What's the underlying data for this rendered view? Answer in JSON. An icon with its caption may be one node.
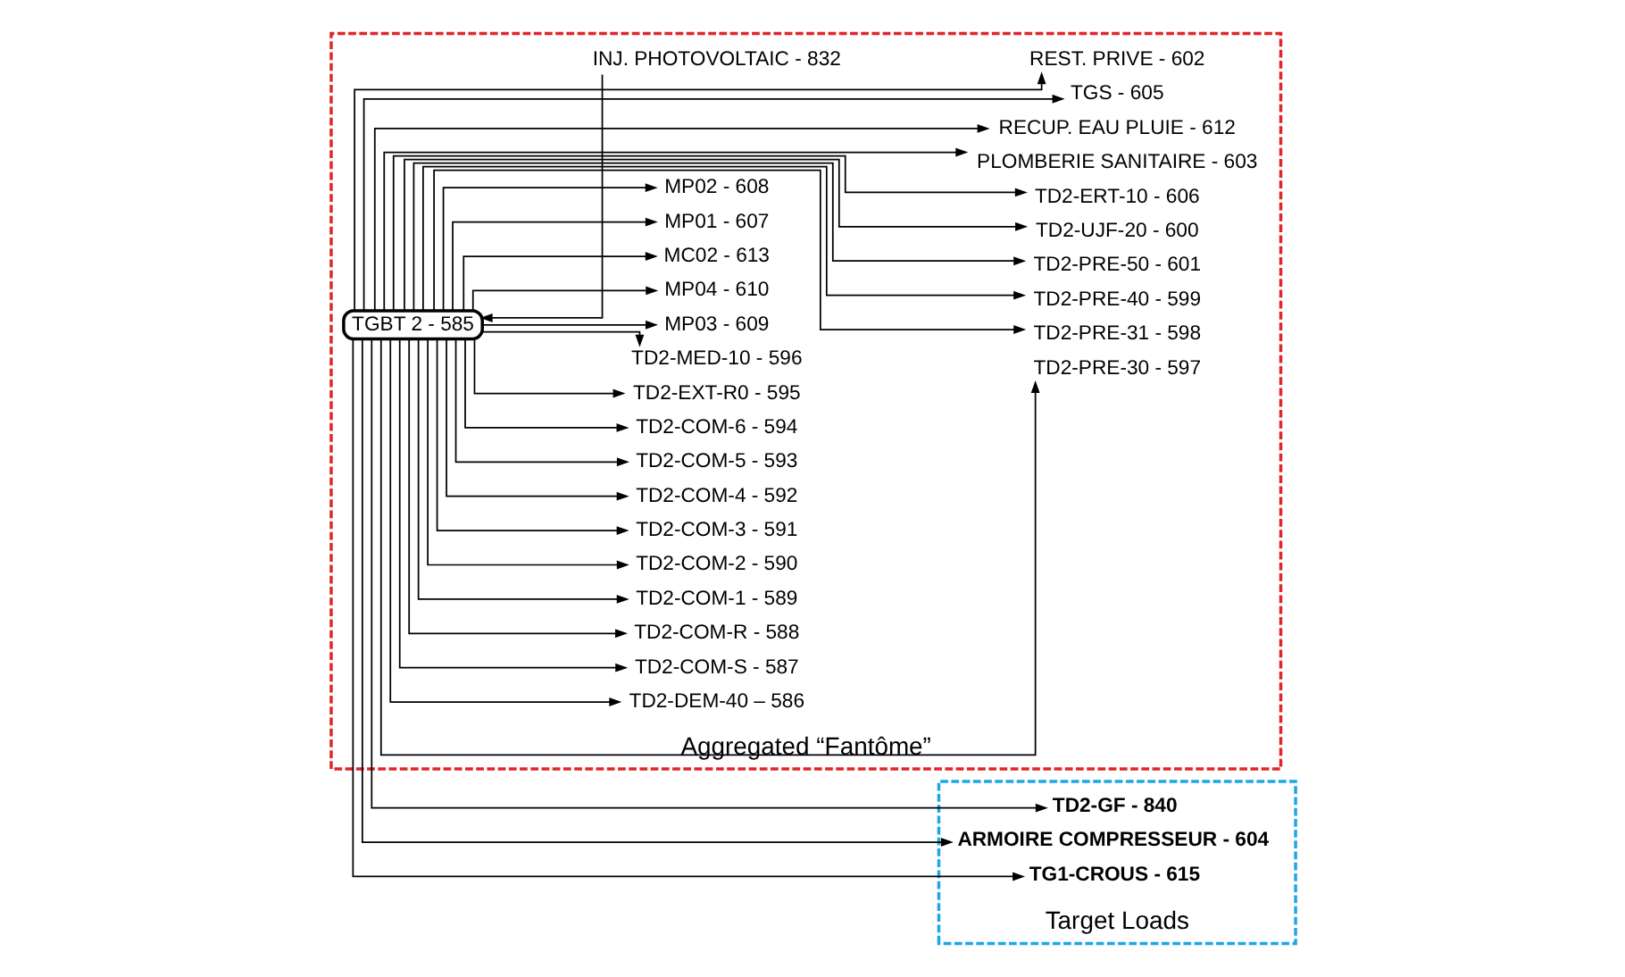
{
  "diagram": {
    "nodes": [
      {
        "text": [
          "Aggregated “Fantôme”"
        ]
      },
      {
        "text": [
          "TGBT 2 - 585"
        ],
        "in": 0
      },
      {
        "text": [
          "TD2-DEM-40 – 586"
        ],
        "in": 0
      },
      {
        "text": [
          "TD2-COM-S - 587"
        ],
        "in": 0
      },
      {
        "text": [
          "TD2-COM-R - 588"
        ],
        "in": 0
      },
      {
        "text": [
          "TD2-COM-1 - 589"
        ],
        "in": 0
      },
      {
        "text": [
          "TD2-COM-2 - 590"
        ],
        "in": 0
      },
      {
        "text": [
          "TD2-COM-3 - 591"
        ],
        "in": 0
      },
      {
        "text": [
          "TD2-COM-4 - 592"
        ],
        "in": 0
      },
      {
        "text": [
          "TD2-COM-5 - 593"
        ],
        "in": 0
      },
      {
        "text": [
          "TD2-COM-6 - 594"
        ],
        "in": 0
      },
      {
        "text": [
          "TD2-EXT-R0 - 595"
        ],
        "in": 0
      },
      {
        "text": [
          "TD2-MED-10 - 596"
        ],
        "in": 0
      },
      {
        "text": [
          "INJ. PHOTOVOLTAIC - 832"
        ],
        "in": 0
      },
      {
        "text": [
          "MP03 - 609"
        ],
        "in": 0
      },
      {
        "text": [
          "MP04 - 610"
        ],
        "in": 0
      },
      {
        "text": [
          "MC02 - 613"
        ],
        "in": 0
      },
      {
        "text": [
          "MP01 - 607"
        ],
        "in": 0
      },
      {
        "text": [
          "MP02 - 608"
        ],
        "in": 0
      },
      {
        "text": [
          "TD2-PRE-30 - 597"
        ],
        "in": 0
      },
      {
        "text": [
          "TD2-PRE-31 - 598"
        ],
        "in": 0
      },
      {
        "text": [
          "TD2-PRE-40 - 599"
        ],
        "in": 0
      },
      {
        "text": [
          "TD2-PRE-50 - 601"
        ],
        "in": 0
      },
      {
        "text": [
          "TD2-UJF-20 - 600"
        ],
        "in": 0
      },
      {
        "text": [
          "TD2-ERT-10 - 606"
        ],
        "in": 0
      },
      {
        "text": [
          "PLOMBERIE SANITAIRE - 603"
        ],
        "in": 0
      },
      {
        "text": [
          "RECUP. EAU PLUIE - 612"
        ],
        "in": 0
      },
      {
        "text": [
          "TGS - 605"
        ],
        "in": 0
      },
      {
        "text": [
          "REST. PRIVE - 602"
        ],
        "in": 0
      },
      {
        "text": [
          "Target Loads"
        ]
      },
      {
        "text": [
          "TD2-GF - 840"
        ],
        "in": 29
      },
      {
        "text": [
          "ARMOIRE COMPRESSEUR - 604"
        ],
        "in": 29
      },
      {
        "text": [
          "TG1-CROUS - 615"
        ],
        "in": 29
      }
    ],
    "edges": [
      {
        "from": 1,
        "to": 2,
        "arrow": "to"
      },
      {
        "from": 1,
        "to": 3,
        "arrow": "to"
      },
      {
        "from": 1,
        "to": 4,
        "arrow": "to"
      },
      {
        "from": 1,
        "to": 5,
        "arrow": "to"
      },
      {
        "from": 1,
        "to": 6,
        "arrow": "to"
      },
      {
        "from": 1,
        "to": 7,
        "arrow": "to"
      },
      {
        "from": 1,
        "to": 8,
        "arrow": "to"
      },
      {
        "from": 1,
        "to": 9,
        "arrow": "to"
      },
      {
        "from": 1,
        "to": 10,
        "arrow": "to"
      },
      {
        "from": 1,
        "to": 11,
        "arrow": "to"
      },
      {
        "from": 1,
        "to": 12,
        "arrow": "to"
      },
      {
        "from": 13,
        "to": 1,
        "arrow": "to"
      },
      {
        "from": 1,
        "to": 14,
        "arrow": "to"
      },
      {
        "from": 1,
        "to": 15,
        "arrow": "to"
      },
      {
        "from": 1,
        "to": 16,
        "arrow": "to"
      },
      {
        "from": 1,
        "to": 17,
        "arrow": "to"
      },
      {
        "from": 1,
        "to": 18,
        "arrow": "to"
      },
      {
        "from": 1,
        "to": 19,
        "arrow": "to"
      },
      {
        "from": 1,
        "to": 20,
        "arrow": "to"
      },
      {
        "from": 1,
        "to": 21,
        "arrow": "to"
      },
      {
        "from": 1,
        "to": 22,
        "arrow": "to"
      },
      {
        "from": 1,
        "to": 23,
        "arrow": "to"
      },
      {
        "from": 1,
        "to": 24,
        "arrow": "to"
      },
      {
        "from": 1,
        "to": 25,
        "arrow": "to"
      },
      {
        "from": 1,
        "to": 26,
        "arrow": "to"
      },
      {
        "from": 1,
        "to": 27,
        "arrow": "to"
      },
      {
        "from": 1,
        "to": 28,
        "arrow": "to"
      },
      {
        "from": 1,
        "to": 30,
        "arrow": "to"
      },
      {
        "from": 1,
        "to": 31,
        "arrow": "to"
      },
      {
        "from": 1,
        "to": 32,
        "arrow": "to"
      }
    ]
  }
}
